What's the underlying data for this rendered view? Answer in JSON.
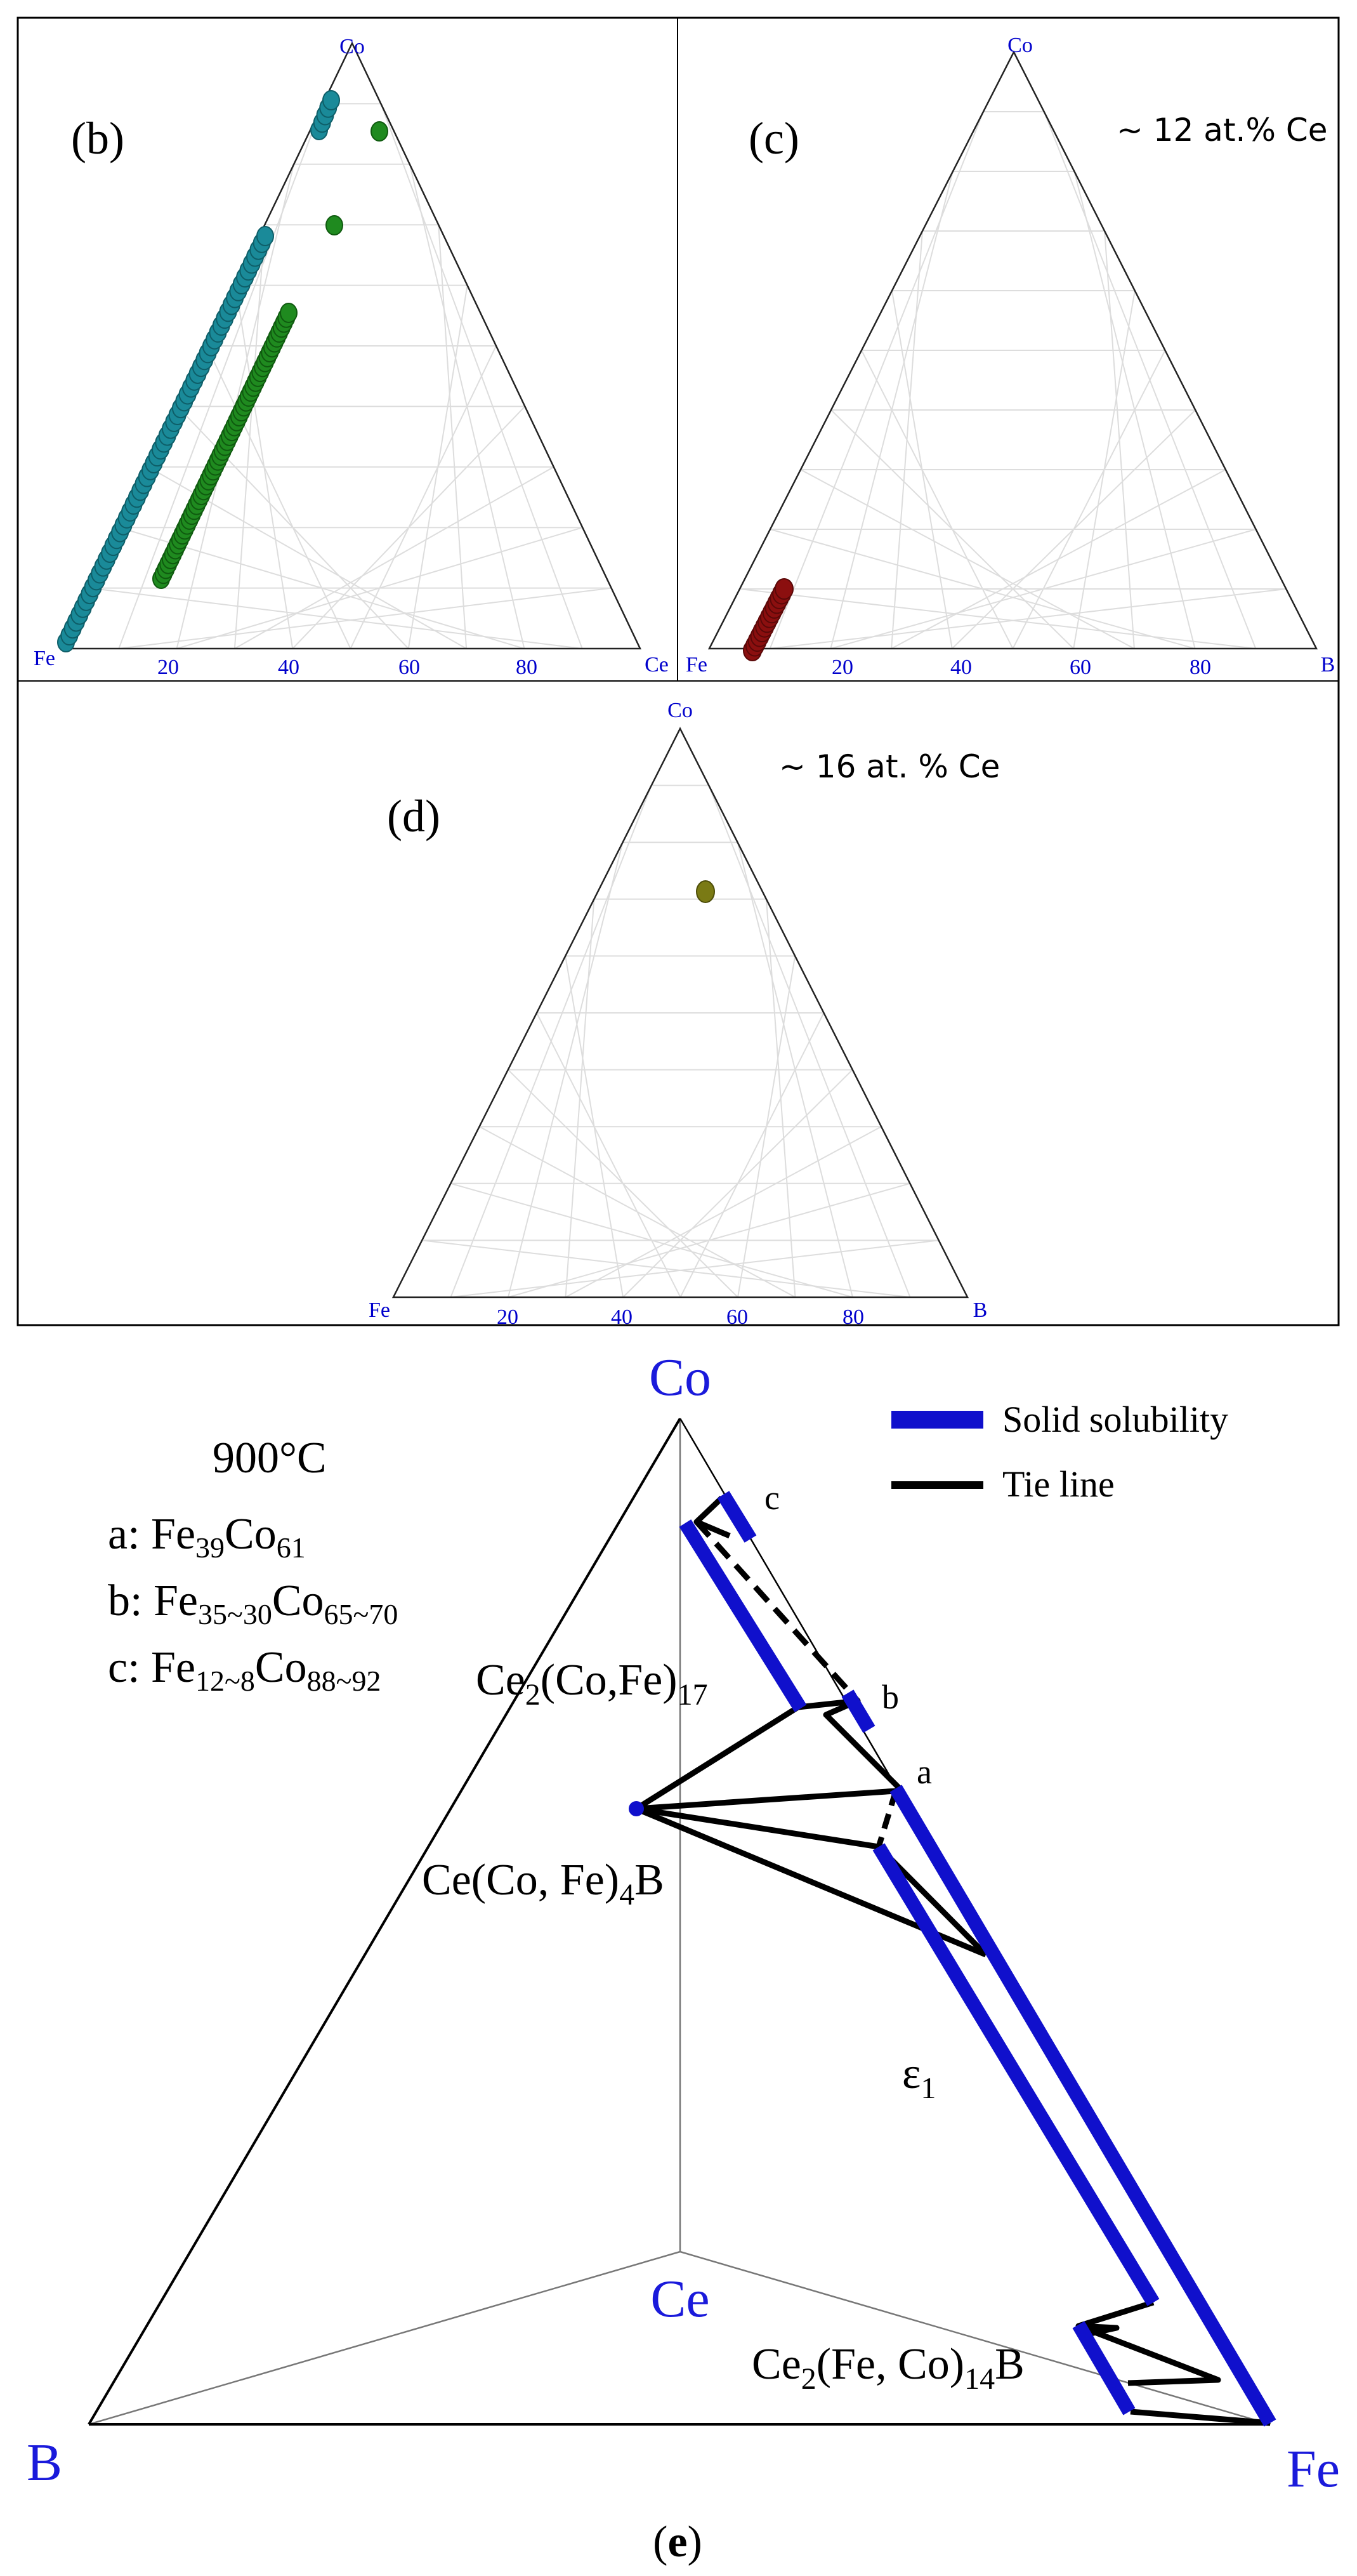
{
  "panels": {
    "b": {
      "label": "(b)",
      "vertices": {
        "top": "Co",
        "left": "Fe",
        "right": "Ce"
      },
      "ticks": [
        "20",
        "40",
        "60",
        "80"
      ],
      "series": [
        {
          "color": "#1a8a99",
          "points": "long line from Fe-corner toward Co plus short segment near Co"
        },
        {
          "color": "#1f8a1f",
          "points": "line segment plus two isolated points near Co"
        }
      ]
    },
    "c": {
      "label": "(c)",
      "note": "~ 12 at.% Ce",
      "vertices": {
        "top": "Co",
        "left": "Fe",
        "right": "B"
      },
      "ticks": [
        "20",
        "40",
        "60",
        "80"
      ],
      "series": [
        {
          "color": "#8b0f0f"
        }
      ]
    },
    "d": {
      "label": "(d)",
      "note": "~ 16 at. % Ce",
      "vertices": {
        "top": "Co",
        "left": "Fe",
        "right": "B"
      },
      "ticks": [
        "20",
        "40",
        "60",
        "80"
      ],
      "series": [
        {
          "color": "#7a7a14"
        }
      ]
    },
    "e": {
      "label": "(e)",
      "temperature": "900°C",
      "vertices": {
        "top": "Co",
        "left": "B",
        "right": "Fe",
        "center": "Ce"
      },
      "compositions": [
        {
          "key": "a: Fe",
          "s1": "39",
          "m": "Co",
          "s2": "61"
        },
        {
          "key": "b: Fe",
          "s1": "35~30",
          "m": "Co",
          "s2": "65~70"
        },
        {
          "key": "c: Fe",
          "s1": "12~8",
          "m": "Co",
          "s2": "88~92"
        }
      ],
      "legend": {
        "solid": "Solid solubility",
        "tie": "Tie line"
      },
      "point_labels": {
        "a": "a",
        "b": "b",
        "c": "c"
      },
      "phases": {
        "ce2cofe17": {
          "p1": "Ce",
          "s1": "2",
          "p2": "(Co,Fe)",
          "s2": "17"
        },
        "cecofe4b": {
          "p1": "Ce(Co, Fe)",
          "s1": "4",
          "p2": "B"
        },
        "epsilon": {
          "p1": "ε",
          "s1": "1"
        },
        "ce2feco14b": {
          "p1": "Ce",
          "s1": "2",
          "p2": "(Fe, Co)",
          "s2": "14",
          "p3": "B"
        }
      },
      "colors": {
        "solid": "#1010cc",
        "tie": "#000000"
      }
    }
  }
}
